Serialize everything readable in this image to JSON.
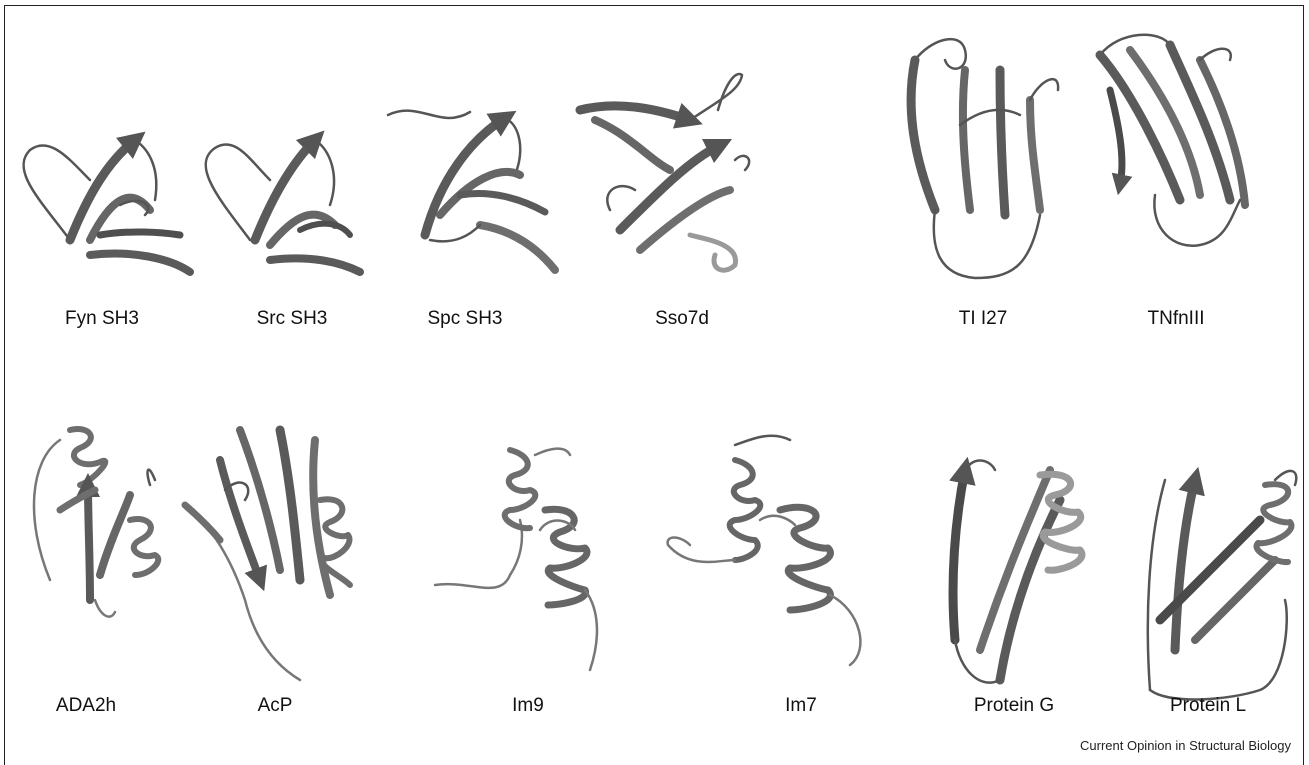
{
  "figure": {
    "structures": [
      {
        "name": "Fyn SH3"
      },
      {
        "name": "Src SH3"
      },
      {
        "name": "Spc SH3"
      },
      {
        "name": "Sso7d"
      },
      {
        "name": "TI I27"
      },
      {
        "name": "TNfnIII"
      },
      {
        "name": "ADA2h"
      },
      {
        "name": "AcP"
      },
      {
        "name": "Im9"
      },
      {
        "name": "Im7"
      },
      {
        "name": "Protein G"
      },
      {
        "name": "Protein L"
      }
    ],
    "credit": "Current Opinion in Structural Biology"
  },
  "colors": {
    "ribbon_dark": "#4a4a4a",
    "ribbon_mid": "#6e6e6e",
    "ribbon_light": "#9a9a9a",
    "text": "#111111"
  }
}
